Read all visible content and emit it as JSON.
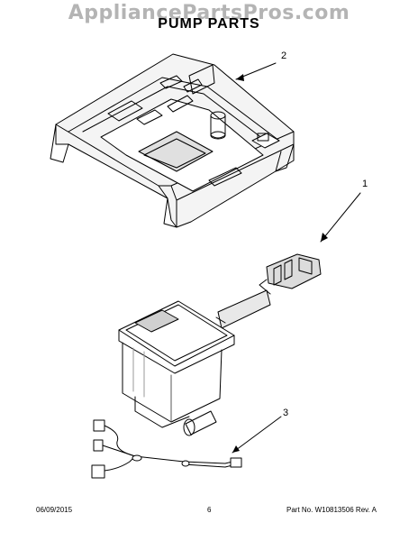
{
  "watermark": "AppliancePartsPros.com",
  "title": "PUMP PARTS",
  "callouts": [
    "1",
    "2",
    "3"
  ],
  "footer": {
    "date": "06/09/2015",
    "page": "6",
    "part": "Part No. W10813506  Rev. A"
  }
}
